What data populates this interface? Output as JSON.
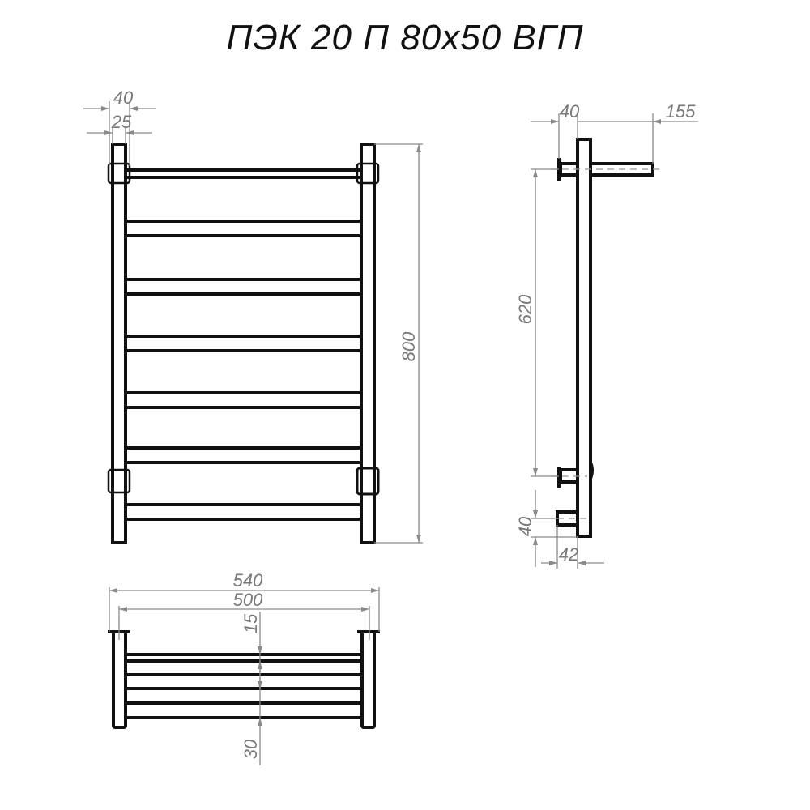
{
  "title": "ПЭК 20 П 80х50 ВГП",
  "front_view": {
    "width_outer": "40",
    "width_inner": "25",
    "height": "800"
  },
  "side_view": {
    "depth_top": "40",
    "depth_total": "155",
    "mount_spacing": "620",
    "bottom_offset": "40",
    "bottom_depth": "42"
  },
  "top_view": {
    "overall_width": "540",
    "center_width": "500",
    "top_gap": "15",
    "bottom_gap": "30"
  }
}
